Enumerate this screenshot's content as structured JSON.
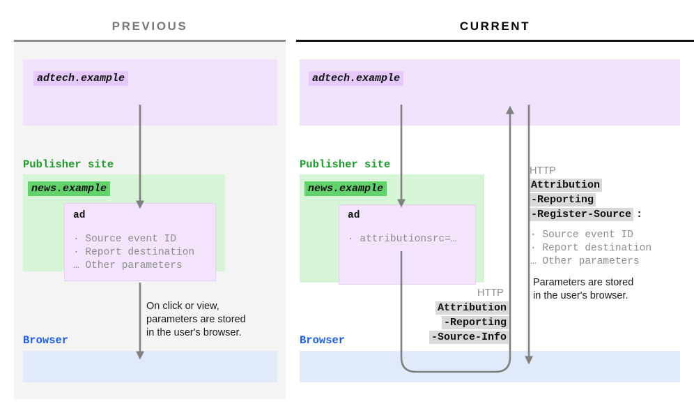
{
  "columns": {
    "previous": {
      "title": "PREVIOUS"
    },
    "current": {
      "title": "CURRENT"
    }
  },
  "previous": {
    "adtech_chip": "adtech.example",
    "publisher_label": "Publisher site",
    "news_chip": "news.example",
    "ad_title": "ad",
    "ad_params": "· Source event ID\n· Report destination\n… Other parameters",
    "flow_note": "On click or view,\nparameters are stored\nin the user's browser.",
    "browser_label": "Browser"
  },
  "current": {
    "adtech_chip": "adtech.example",
    "publisher_label": "Publisher site",
    "news_chip": "news.example",
    "ad_title": "ad",
    "ad_params": "· attributionsrc=…",
    "browser_label": "Browser",
    "request_header": {
      "kicker": "HTTP",
      "lines": [
        "Attribution",
        "-Reporting",
        "-Source-Info"
      ]
    },
    "response_header": {
      "kicker": "HTTP",
      "lines": [
        "Attribution",
        "-Reporting",
        "-Register-Source"
      ],
      "colon": ":",
      "params": "· Source event ID\n· Report destination\n… Other parameters",
      "note": "Parameters are stored\nin the user's browser."
    }
  },
  "colors": {
    "adtech_zone": "#f1e2fb",
    "publisher_zone": "#d6f5d6",
    "browser_zone": "#e0eaf9",
    "ad_zone": "#f3e4fc",
    "chip_purple": "#e5c9fb",
    "chip_green": "#62d36b",
    "label_green": "#1f9b2e",
    "label_blue": "#1a5df0",
    "arrow_gray": "#808080",
    "header_highlight": "#d9d9d9",
    "panel_gray": "#f4f4f4"
  }
}
